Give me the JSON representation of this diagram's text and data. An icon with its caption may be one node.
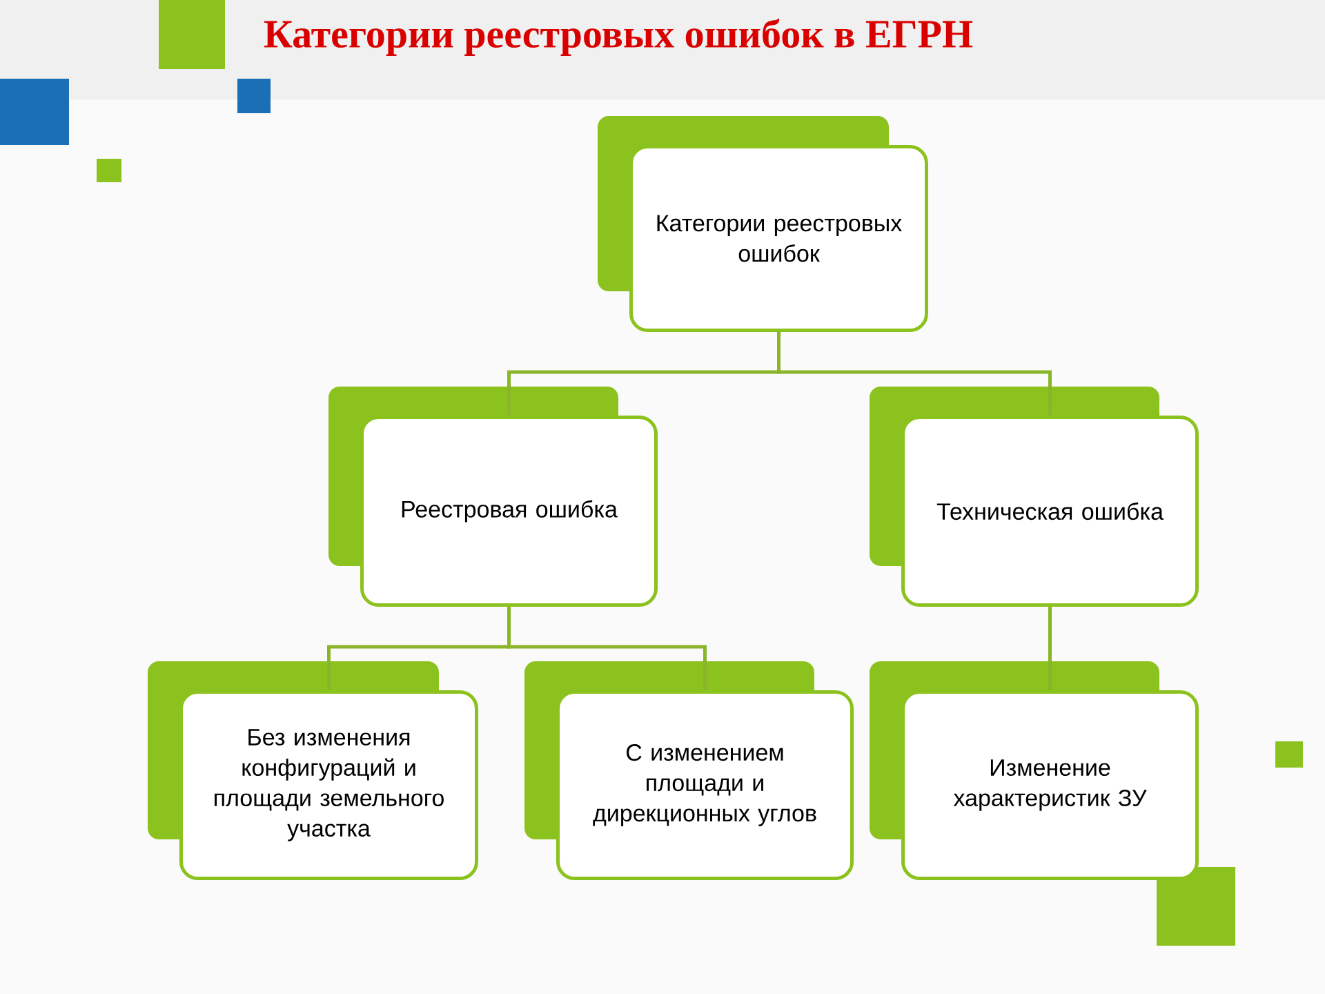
{
  "diagram": {
    "title": "Категории реестровых ошибок в ЕГРН",
    "nodes": [
      {
        "text": [
          "Категории реестровых ошибок"
        ]
      },
      {
        "text": [
          "Реестровая ошибка"
        ]
      },
      {
        "text": [
          "Техническая ошибка"
        ]
      },
      {
        "text": [
          "Без изменения конфигураций и площади земельного участка"
        ]
      },
      {
        "text": [
          "С изменением площади и дирекционных углов"
        ]
      },
      {
        "text": [
          "Изменение характеристик ЗУ"
        ]
      }
    ],
    "edges": [
      {
        "from": 0,
        "to": 1,
        "arrow": "none"
      },
      {
        "from": 0,
        "to": 2,
        "arrow": "none"
      },
      {
        "from": 1,
        "to": 3,
        "arrow": "none"
      },
      {
        "from": 1,
        "to": 4,
        "arrow": "none"
      },
      {
        "from": 2,
        "to": 5,
        "arrow": "none"
      }
    ]
  }
}
